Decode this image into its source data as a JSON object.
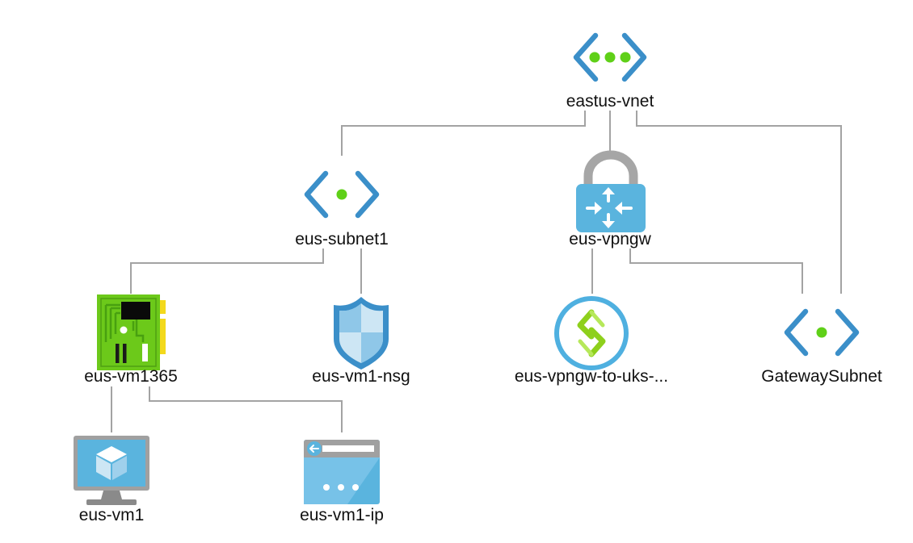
{
  "diagram": {
    "nodes": [
      {
        "id": "eastus-vnet",
        "label": "eastus-vnet",
        "icon": "virtual-network-icon"
      },
      {
        "id": "eus-subnet1",
        "label": "eus-subnet1",
        "icon": "subnet-icon"
      },
      {
        "id": "eus-vpngw",
        "label": "eus-vpngw",
        "icon": "vpn-gateway-icon"
      },
      {
        "id": "eus-vm1365",
        "label": "eus-vm1365",
        "icon": "network-interface-icon"
      },
      {
        "id": "eus-vm1-nsg",
        "label": "eus-vm1-nsg",
        "icon": "network-security-group-icon"
      },
      {
        "id": "eus-vpngw-to-uks",
        "label": "eus-vpngw-to-uks-...",
        "icon": "vpn-connection-icon"
      },
      {
        "id": "gatewaysubnet",
        "label": "GatewaySubnet",
        "icon": "subnet-icon"
      },
      {
        "id": "eus-vm1",
        "label": "eus-vm1",
        "icon": "virtual-machine-icon"
      },
      {
        "id": "eus-vm1-ip",
        "label": "eus-vm1-ip",
        "icon": "public-ip-icon"
      }
    ],
    "edges": [
      {
        "from": "eastus-vnet",
        "to": "eus-subnet1"
      },
      {
        "from": "eastus-vnet",
        "to": "eus-vpngw"
      },
      {
        "from": "eastus-vnet",
        "to": "gatewaysubnet"
      },
      {
        "from": "eus-subnet1",
        "to": "eus-vm1365"
      },
      {
        "from": "eus-subnet1",
        "to": "eus-vm1-nsg"
      },
      {
        "from": "eus-vpngw",
        "to": "eus-vpngw-to-uks"
      },
      {
        "from": "eus-vpngw",
        "to": "gatewaysubnet"
      },
      {
        "from": "eus-vm1365",
        "to": "eus-vm1"
      },
      {
        "from": "eus-vm1365",
        "to": "eus-vm1-ip"
      }
    ]
  },
  "colors": {
    "connector": "#a0a0a0",
    "azure_blue": "#3b8fc9",
    "azure_green": "#5fd018",
    "label": "#111111"
  }
}
